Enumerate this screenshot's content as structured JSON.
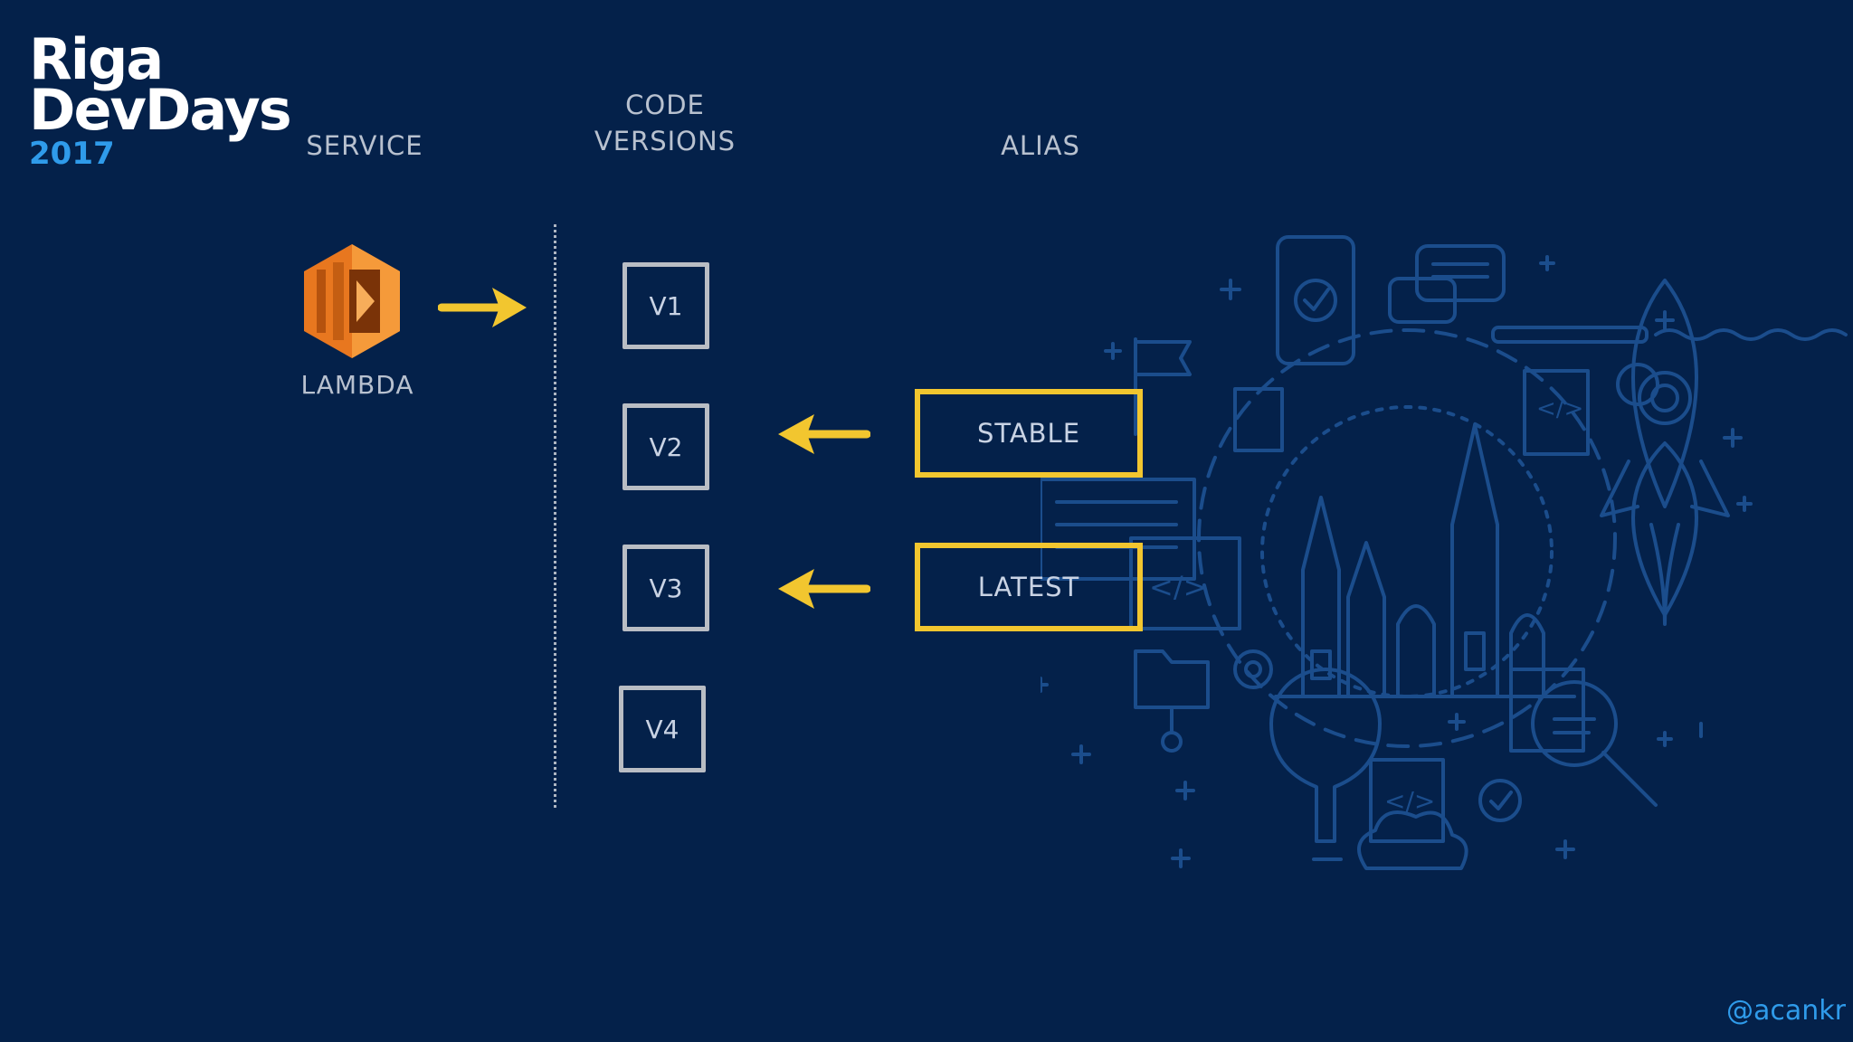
{
  "logo": {
    "line1": "Riga",
    "line2": "DevDays",
    "year": "2017"
  },
  "headers": {
    "service": "SERVICE",
    "code": "CODE\nVERSIONS",
    "alias": "ALIAS"
  },
  "service": {
    "label": "LAMBDA",
    "icon": "aws-lambda-icon"
  },
  "versions": [
    "V1",
    "V2",
    "V3",
    "V4"
  ],
  "aliases": [
    {
      "label": "STABLE",
      "points_to": "V2"
    },
    {
      "label": "LATEST",
      "points_to": "V3"
    }
  ],
  "handle": "@acankr",
  "colors": {
    "background": "#04214a",
    "accent": "#f2c62f",
    "brand_blue": "#2f9bea",
    "lambda_orange": "#e8771f",
    "version_box": "#b9bdc4"
  }
}
